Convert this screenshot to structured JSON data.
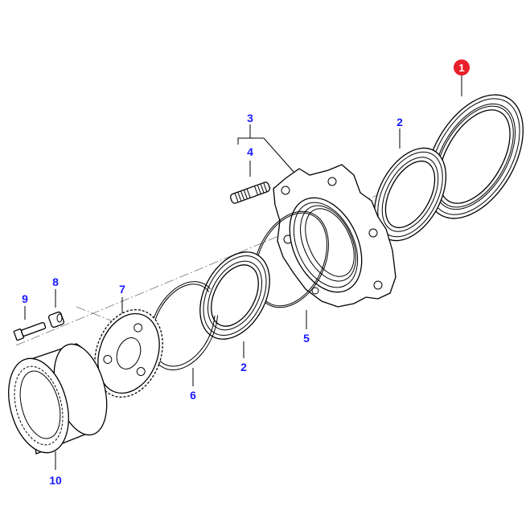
{
  "diagram": {
    "highlight_color": "#e8202a",
    "label_color": "#1a1aff",
    "callouts": [
      {
        "id": "1",
        "highlighted": true
      },
      {
        "id": "2"
      },
      {
        "id": "3"
      },
      {
        "id": "4"
      },
      {
        "id": "2"
      },
      {
        "id": "5"
      },
      {
        "id": "6"
      },
      {
        "id": "7"
      },
      {
        "id": "8"
      },
      {
        "id": "9"
      },
      {
        "id": "10"
      }
    ]
  }
}
